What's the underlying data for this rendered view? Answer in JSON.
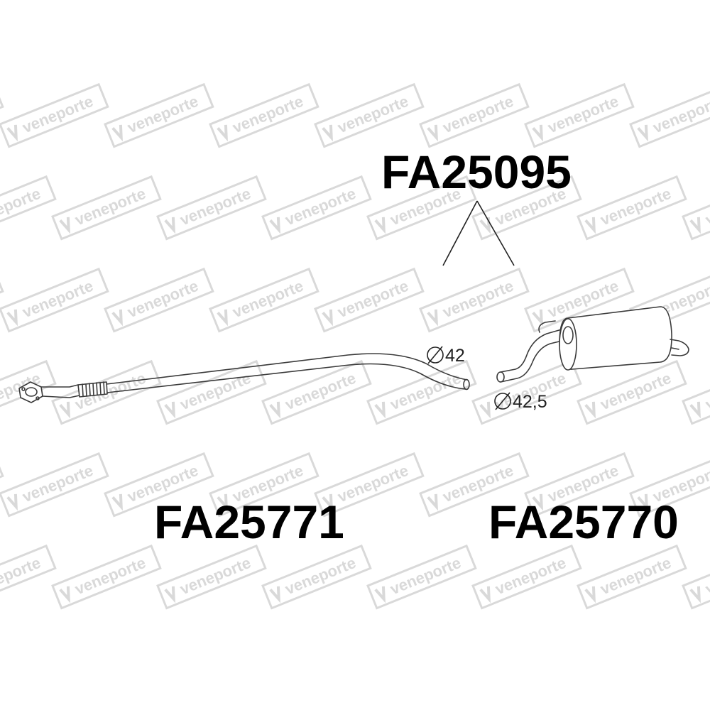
{
  "watermark": {
    "brand": "veneporte",
    "color": "#d9d9d9"
  },
  "parts": [
    {
      "id": "top",
      "number": "FA25095"
    },
    {
      "id": "middle",
      "number": "FA25771"
    },
    {
      "id": "rear",
      "number": "FA25770"
    }
  ],
  "dimensions": [
    {
      "id": "d1",
      "label": "42"
    },
    {
      "id": "d2",
      "label": "42,5"
    }
  ],
  "icons": [
    "diameter-symbol-icon"
  ]
}
